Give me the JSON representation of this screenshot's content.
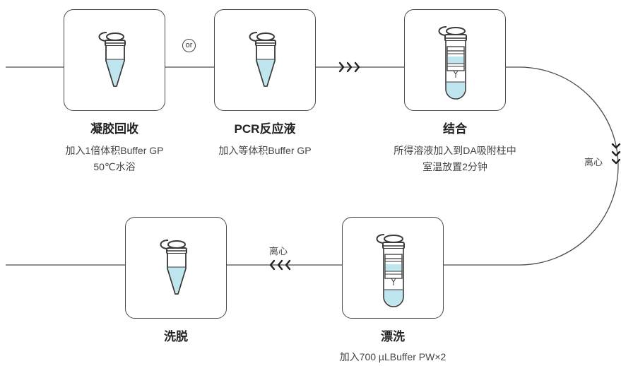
{
  "steps": [
    {
      "id": "gel",
      "title": "凝胶回收",
      "desc": [
        "加入1倍体积Buffer GP",
        "50℃水浴"
      ],
      "tube": "conical"
    },
    {
      "id": "pcr",
      "title": "PCR反应液",
      "desc": [
        "加入等体积Buffer GP"
      ],
      "tube": "conical"
    },
    {
      "id": "bind",
      "title": "结合",
      "desc": [
        "所得溶液加入到DA吸附柱中",
        "室温放置2分钟"
      ],
      "tube": "column"
    },
    {
      "id": "wash",
      "title": "漂洗",
      "desc": [
        "加入700 µLBuffer PW×2"
      ],
      "tube": "column"
    },
    {
      "id": "elute",
      "title": "洗脱",
      "desc": [],
      "tube": "conical"
    }
  ],
  "or_label": "or",
  "centrifuge_label_right": "离心",
  "centrifuge_label_bottom": "离心",
  "colors": {
    "line": "#4a4a4a",
    "liquid": "#bfe6ee",
    "stroke": "#3a3a3a"
  },
  "arrow_icons": {
    "forward": "triple-chevron-right-icon",
    "down": "triple-chevron-down-icon",
    "back": "triple-chevron-left-icon"
  }
}
